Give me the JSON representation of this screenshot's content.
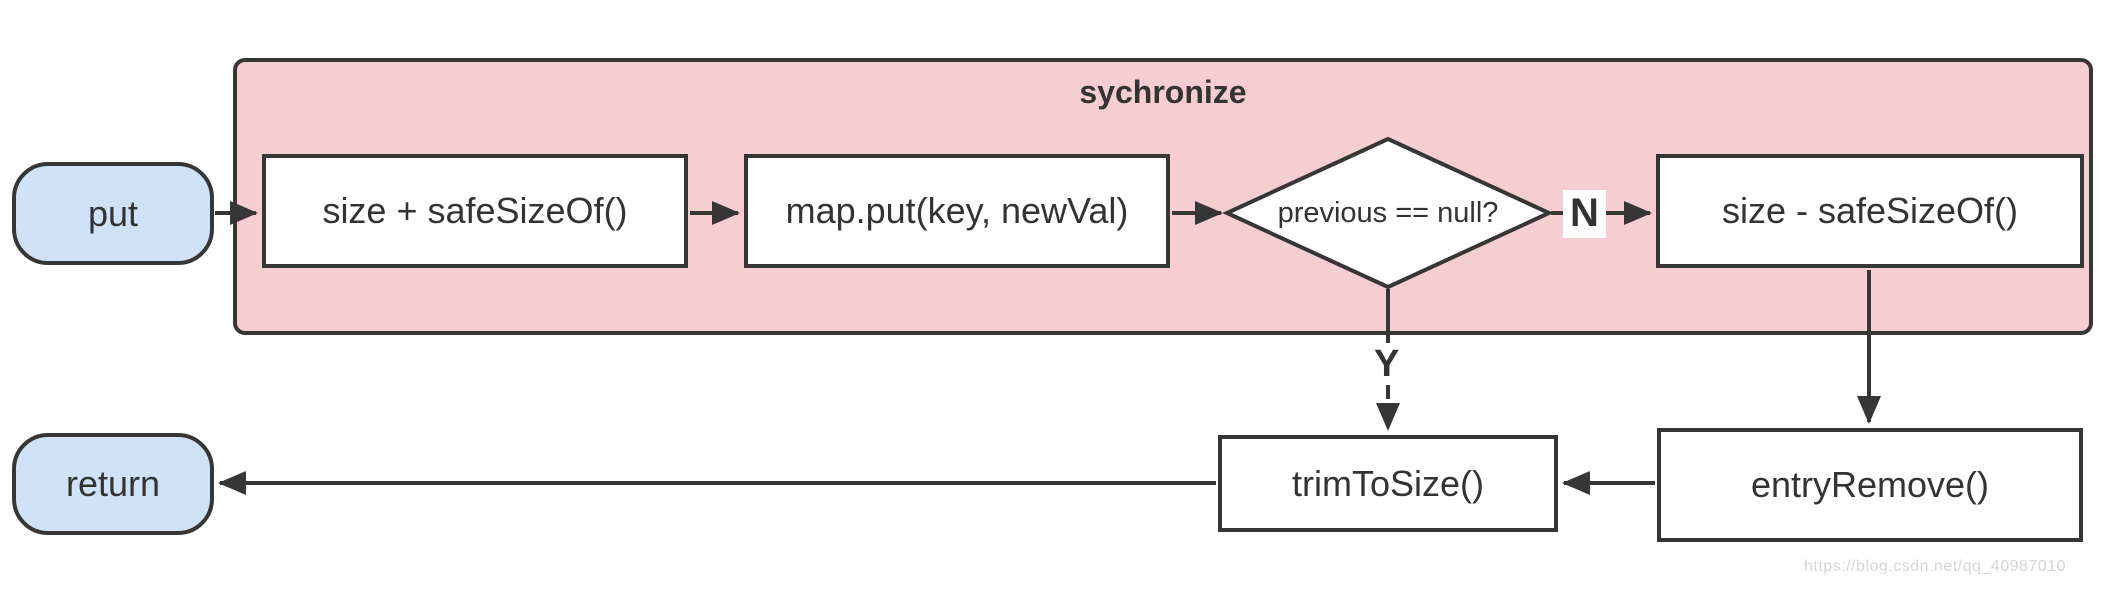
{
  "colors": {
    "terminal_fill": "#CFE2F7",
    "container_fill": "#F6CDD1",
    "process_fill": "#FFFFFF",
    "stroke": "#363636",
    "text": "#333333",
    "watermark_text": "#D6D6D6"
  },
  "container": {
    "title": "sychronize"
  },
  "nodes": {
    "put": {
      "label": "put",
      "type": "terminal"
    },
    "size_plus": {
      "label": "size + safeSizeOf()",
      "type": "process"
    },
    "map_put": {
      "label": "map.put(key, newVal)",
      "type": "process"
    },
    "decision": {
      "label": "previous == null?",
      "type": "decision"
    },
    "size_minus": {
      "label": "size - safeSizeOf()",
      "type": "process"
    },
    "trim_to_size": {
      "label": "trimToSize()",
      "type": "process"
    },
    "entry_remove": {
      "label": "entryRemove()",
      "type": "process"
    },
    "return": {
      "label": "return",
      "type": "terminal"
    }
  },
  "edge_labels": {
    "no": "N",
    "yes": "Y"
  },
  "watermark": "https://blog.csdn.net/qq_40987010"
}
